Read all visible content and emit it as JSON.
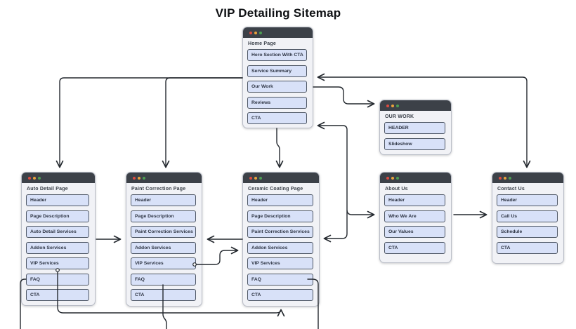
{
  "title": "VIP Detailing Sitemap",
  "colors": {
    "item_fill": "#d8e1f8",
    "item_border": "#4e5765",
    "titlebar": "#3c4148",
    "window_body": "#f1f2f6",
    "connector": "#24292f",
    "traffic_red": "#dd4b40",
    "traffic_amber": "#eaa33c",
    "traffic_green": "#4c9e52"
  },
  "windows": [
    {
      "title": "Home Page",
      "items": [
        "Hero Section With CTA",
        "Service Summary",
        "Our Work",
        "Reviews",
        "CTA"
      ]
    },
    {
      "title": "OUR WORK",
      "items": [
        "HEADER",
        "Slideshow"
      ]
    },
    {
      "title": "Auto Detail Page",
      "items": [
        "Header",
        "Page Description",
        "Auto Detail Services",
        "Addon Services",
        "VIP Services",
        "FAQ",
        "CTA"
      ]
    },
    {
      "title": "Paint Correction Page",
      "items": [
        "Header",
        "Page Description",
        "Paint Correction Services",
        "Addon Services",
        "VIP Services",
        "FAQ",
        "CTA"
      ]
    },
    {
      "title": "Ceramic Coating Page",
      "items": [
        "Header",
        "Page Description",
        "Paint Correction Services",
        "Addon Services",
        "VIP Services",
        "FAQ",
        "CTA"
      ]
    },
    {
      "title": "About Us",
      "items": [
        "Header",
        "Who We Are",
        "Our Values",
        "CTA"
      ]
    },
    {
      "title": "Contact Us",
      "items": [
        "Header",
        "Call Us",
        "Schedule",
        "CTA"
      ]
    }
  ],
  "edges": [
    {
      "from": "Home Page",
      "to": "Auto Detail Page"
    },
    {
      "from": "Home Page",
      "to": "Paint Correction Page"
    },
    {
      "from": "Home Page",
      "to": "Ceramic Coating Page"
    },
    {
      "from": "Home Page / Our Work",
      "to": "OUR WORK"
    },
    {
      "from": "Home Page",
      "to": "Contact Us",
      "bidirectional": true
    },
    {
      "from": "Home Page",
      "to": "About Us",
      "bidirectional": true
    },
    {
      "from": "About Us",
      "to": "Ceramic Coating Page"
    },
    {
      "from": "About Us",
      "to": "Contact Us"
    },
    {
      "from": "Auto Detail Page",
      "to": "Paint Correction Page"
    },
    {
      "from": "Ceramic Coating Page",
      "to": "Paint Correction Page"
    },
    {
      "from": "Paint Correction Page / VIP Services",
      "to": "Ceramic Coating Page"
    },
    {
      "from": "Auto Detail Page / VIP Services",
      "to": "Ceramic Coating Page"
    }
  ]
}
